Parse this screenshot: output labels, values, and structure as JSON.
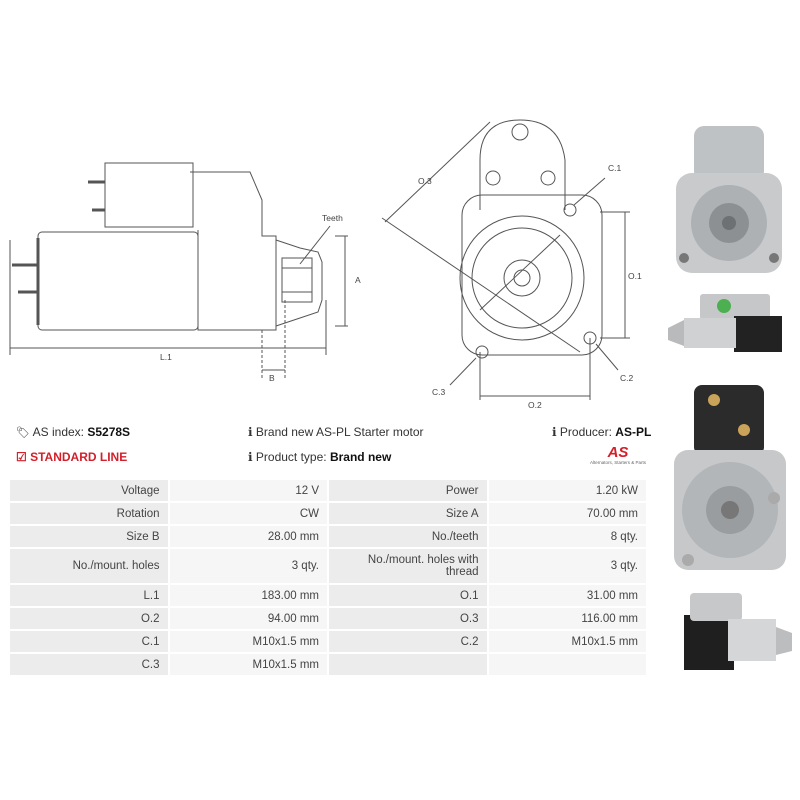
{
  "drawing": {
    "labels": {
      "teeth": "Teeth",
      "a": "A",
      "b": "B",
      "l1": "L.1",
      "o3": "O.3",
      "c1": "C.1",
      "o1": "O.1",
      "c3": "C.3",
      "c2": "C.2",
      "o2": "O.2"
    }
  },
  "info": {
    "as_index_label": "AS index:",
    "as_index_value": "S5278S",
    "description": "Brand new AS-PL Starter motor",
    "producer_label": "Producer:",
    "producer_value": "AS-PL",
    "line_label": "STANDARD LINE",
    "product_type_label": "Product type:",
    "product_type_value": "Brand new",
    "logo_text": "AS",
    "logo_tagline": "Alternators, Starters & Parts"
  },
  "specs": [
    [
      "Voltage",
      "12 V",
      "Power",
      "1.20 kW"
    ],
    [
      "Rotation",
      "CW",
      "Size A",
      "70.00 mm"
    ],
    [
      "Size B",
      "28.00 mm",
      "No./teeth",
      "8 qty."
    ],
    [
      "No./mount. holes",
      "3 qty.",
      "No./mount. holes with thread",
      "3 qty."
    ],
    [
      "L.1",
      "183.00 mm",
      "O.1",
      "31.00 mm"
    ],
    [
      "O.2",
      "94.00 mm",
      "O.3",
      "116.00 mm"
    ],
    [
      "C.1",
      "M10x1.5 mm",
      "C.2",
      "M10x1.5 mm"
    ],
    [
      "C.3",
      "M10x1.5 mm",
      "",
      ""
    ]
  ],
  "colors": {
    "accent_red": "#d31f2a",
    "row_bg": "#f0f0f0"
  },
  "icons": {
    "as_index": "tag-icon",
    "info": "info-icon",
    "check": "check-square-icon"
  }
}
